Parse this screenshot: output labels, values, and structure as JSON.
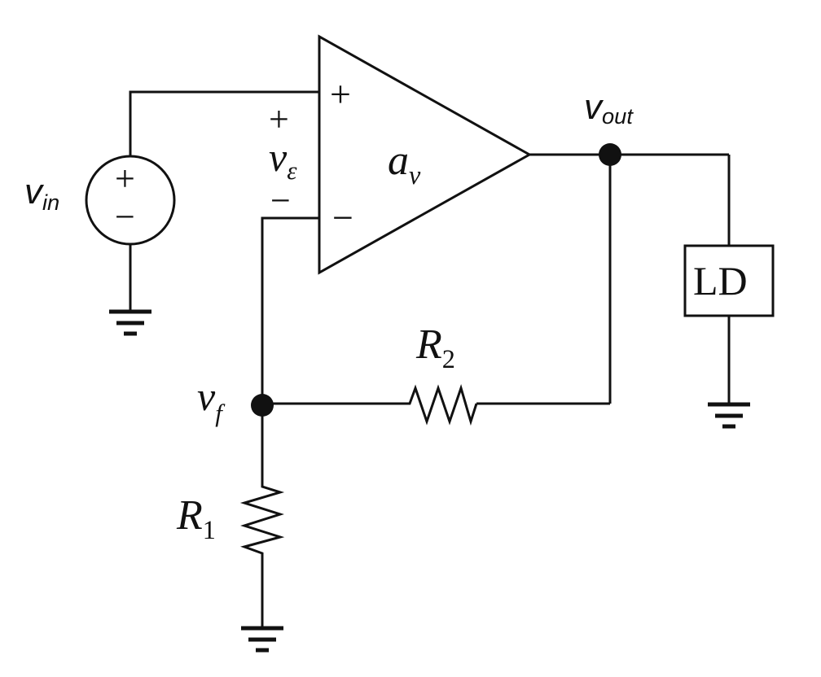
{
  "labels": {
    "vin_main": "v",
    "vin_sub": "in",
    "vout_main": "v",
    "vout_sub": "out",
    "verr_main": "v",
    "verr_sub": "ε",
    "verr_plus": "+",
    "verr_minus": "−",
    "gain_main": "a",
    "gain_sub": "v",
    "opamp_plus": "+",
    "opamp_minus": "−",
    "source_plus": "+",
    "source_minus": "−",
    "vf_main": "v",
    "vf_sub": "f",
    "r1_main": "R",
    "r1_sub": "1",
    "r2_main": "R",
    "r2_sub": "2",
    "load": "LD"
  }
}
